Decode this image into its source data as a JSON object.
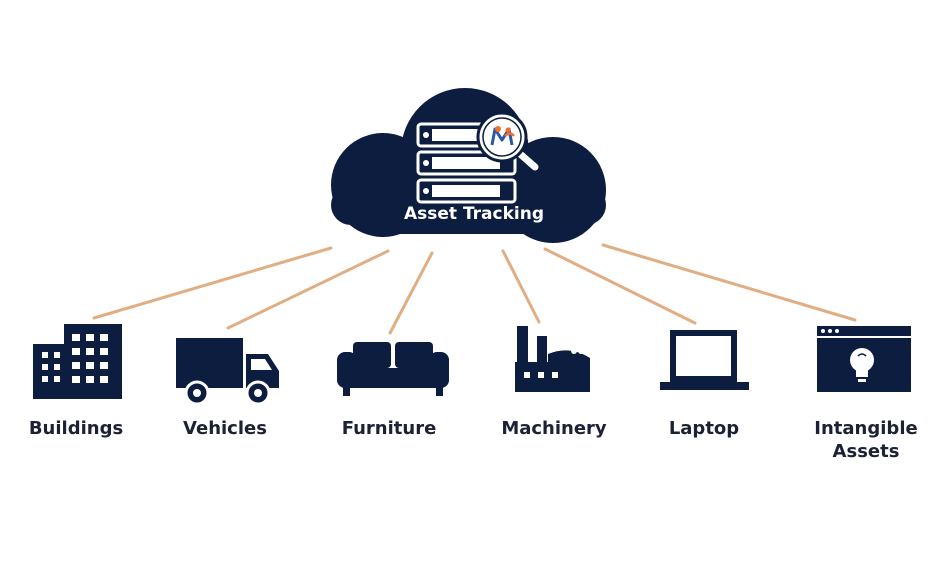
{
  "hub": {
    "label": "Asset Tracking",
    "logo_letter": "M",
    "icons": [
      "cloud-icon",
      "server-stack-icon",
      "magnifier-icon",
      "logo-icon"
    ]
  },
  "assets": [
    {
      "id": "buildings",
      "label": "Buildings",
      "icon": "building-icon"
    },
    {
      "id": "vehicles",
      "label": "Vehicles",
      "icon": "truck-icon"
    },
    {
      "id": "furniture",
      "label": "Furniture",
      "icon": "sofa-icon"
    },
    {
      "id": "machinery",
      "label": "Machinery",
      "icon": "factory-icon"
    },
    {
      "id": "laptop",
      "label": "Laptop",
      "icon": "laptop-icon"
    },
    {
      "id": "intangible",
      "label_line1": "Intangible",
      "label_line2": "Assets",
      "icon": "lightbulb-window-icon"
    }
  ],
  "colors": {
    "navy": "#0c1d3f",
    "connector": "#e0ae82",
    "text": "#1b2233",
    "logo_orange": "#f0712b",
    "logo_blue": "#2d56a8"
  }
}
